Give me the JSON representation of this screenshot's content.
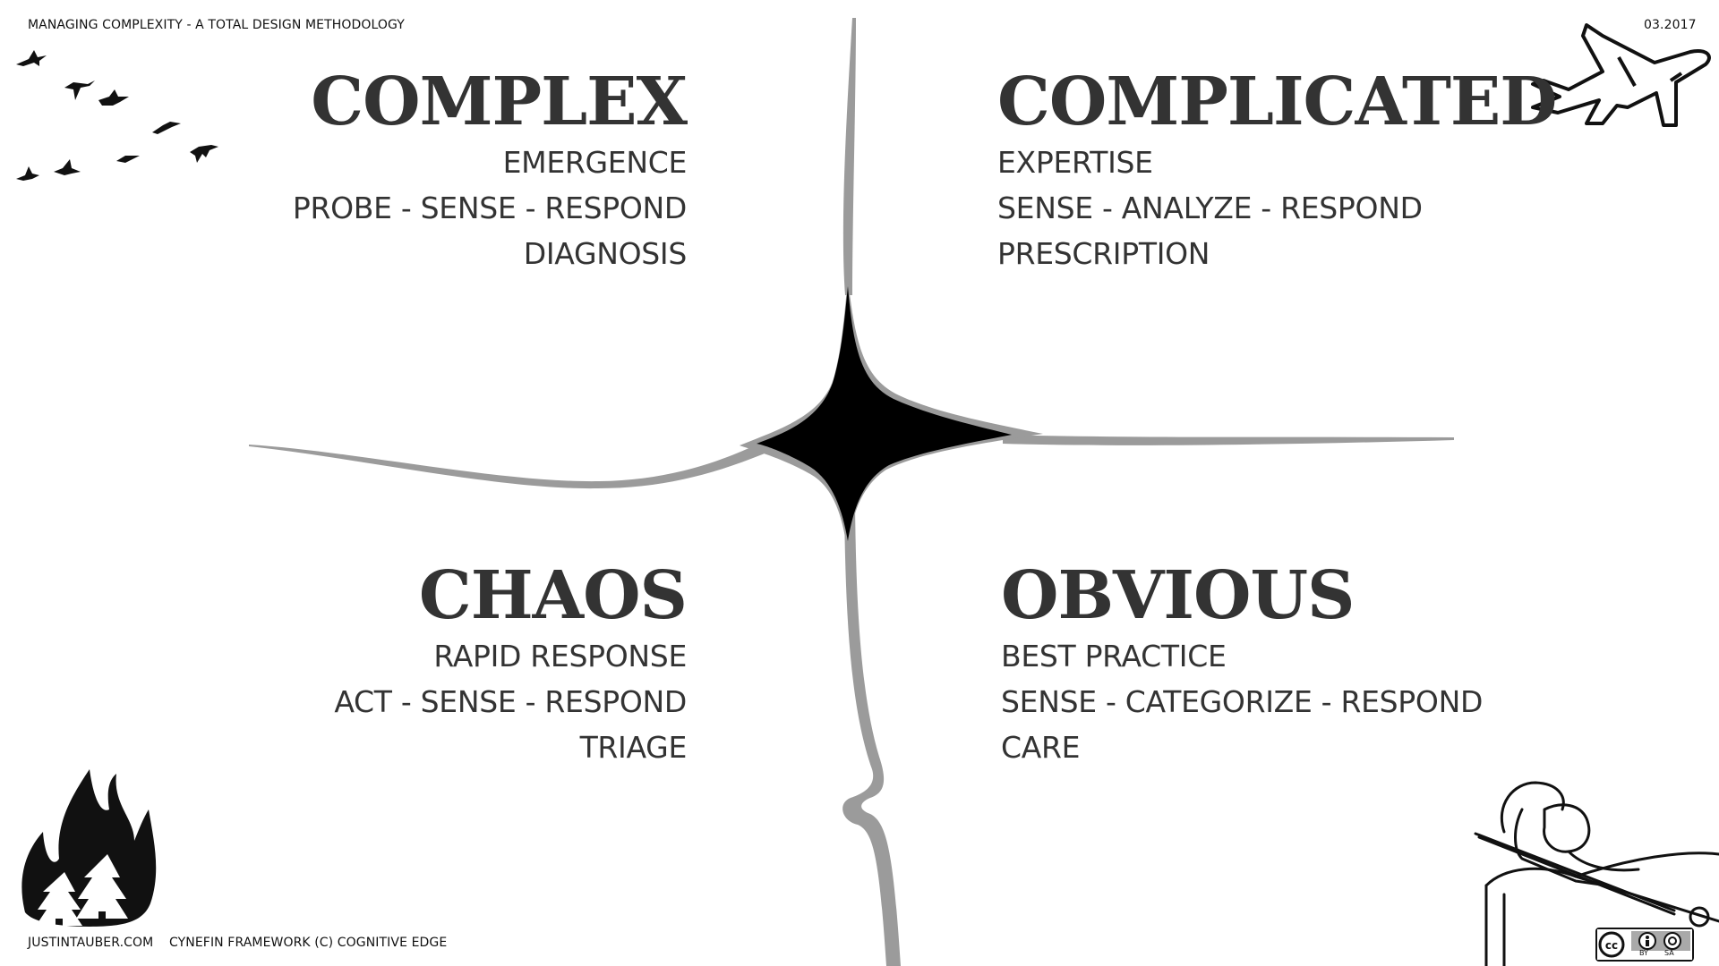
{
  "header": {
    "left_text": "MANAGING COMPLEXITY - A TOTAL DESIGN METHODOLOGY",
    "right_text": "03.2017"
  },
  "footer": {
    "site": "JUSTINTAUBER.COM",
    "credit": "CYNEFIN FRAMEWORK (C) COGNITIVE EDGE",
    "license_by": "BY",
    "license_sa": "SA"
  },
  "quadrants": {
    "complex": {
      "title": "COMPLEX",
      "lines": [
        "EMERGENCE",
        "PROBE - SENSE - RESPOND",
        "DIAGNOSIS"
      ]
    },
    "complicated": {
      "title": "COMPLICATED",
      "lines": [
        "EXPERTISE",
        "SENSE - ANALYZE - RESPOND",
        "PRESCRIPTION"
      ]
    },
    "chaos": {
      "title": "CHAOS",
      "lines": [
        "RAPID RESPONSE",
        "ACT - SENSE - RESPOND",
        "TRIAGE"
      ]
    },
    "obvious": {
      "title": "OBVIOUS",
      "lines": [
        "BEST PRACTICE",
        "SENSE - CATEGORIZE - RESPOND",
        "CARE"
      ]
    }
  },
  "illustrations": {
    "top_left": "flying-geese-icon",
    "top_right": "airplane-icon",
    "bottom_left": "forest-fire-icon",
    "bottom_right": "billiards-player-icon",
    "center": "cynefin-boundary-lines"
  },
  "colors": {
    "text": "#333333",
    "boundary_line": "#9b9b9b",
    "center_disorder": "#000000",
    "background": "#ffffff"
  }
}
